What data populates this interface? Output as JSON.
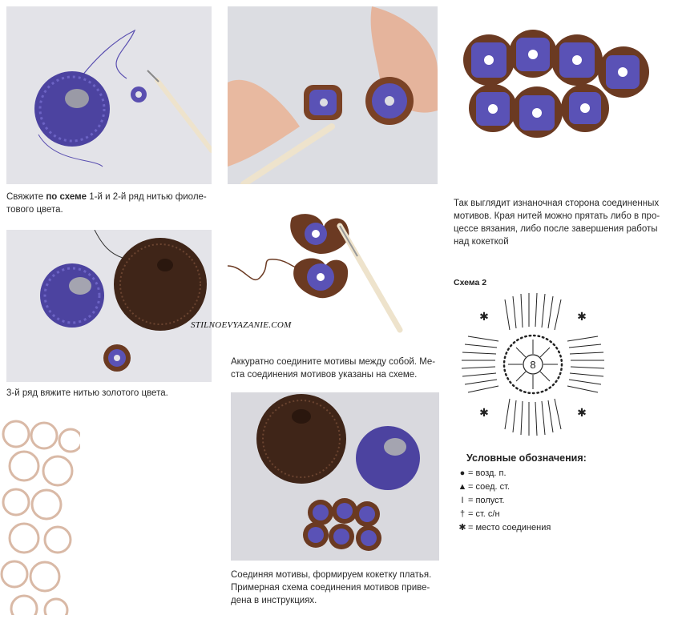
{
  "captions": {
    "step1_pre": "Свяжите ",
    "step1_bold": "по схеме",
    "step1_post": " 1-й и 2-й ряд нитью фиоле-",
    "step1_line2": "тового цвета.",
    "step2": "3-й ряд вяжите нитью золотого цвета.",
    "step3_line1": "Аккуратно соедините мотивы между собой. Ме-",
    "step3_line2": "ста соединения мотивов указаны на схеме.",
    "step4_line1": "Так выглядит изнаночная сторона соединенных",
    "step4_line2": "мотивов. Края нитей можно прятать либо в про-",
    "step4_line3": "цессе вязания, либо после завершения работы",
    "step4_line4": "над кокеткой",
    "step5_line1": "Соединяя мотивы, формируем кокетку платья.",
    "step5_line2": "Примерная схема соединения мотивов приве-",
    "step5_line3": "дена в инструкциях."
  },
  "watermark": "STILNOEVYAZANIE.COM",
  "schema": {
    "title": "Схема 2",
    "center_number": "8"
  },
  "legend": {
    "title": "Условные обозначения:",
    "items": [
      {
        "symbol": "●",
        "text": "= возд. п."
      },
      {
        "symbol": "▲",
        "text": "= соед. ст."
      },
      {
        "symbol": "I",
        "text": "= полуст."
      },
      {
        "symbol": "†",
        "text": "= ст. с/н"
      },
      {
        "symbol": "✱",
        "text": "= место соединения"
      }
    ]
  },
  "colors": {
    "violet": "#5a4fb0",
    "brown": "#6b3a22",
    "hook": "#e8dcc4",
    "lace": "#d9b9a6"
  }
}
